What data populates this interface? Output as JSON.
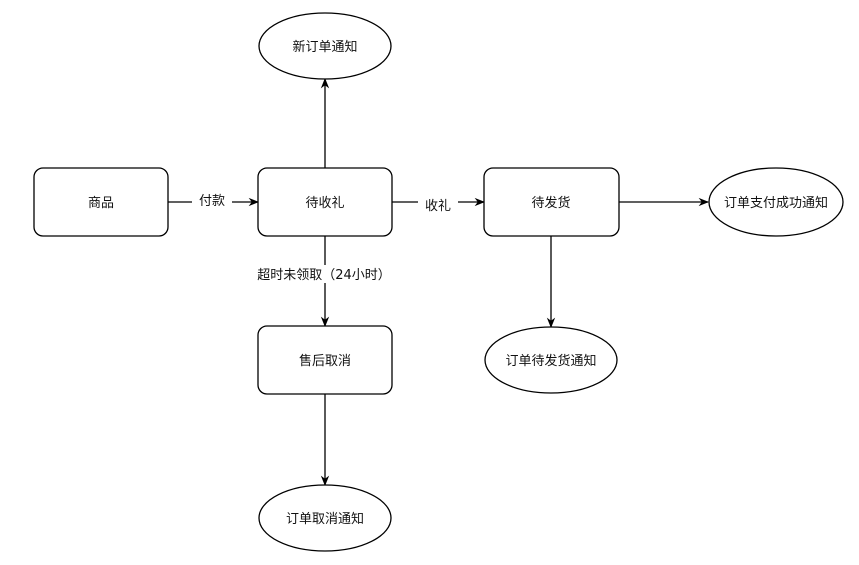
{
  "nodes": {
    "product": "商品",
    "pending_receive": "待收礼",
    "pending_ship": "待发货",
    "aftersale_cancel": "售后取消",
    "new_order_notice": "新订单通知",
    "pay_success_notice": "订单支付成功通知",
    "pending_ship_notice": "订单待发货通知",
    "order_cancel_notice": "订单取消通知"
  },
  "edges": {
    "pay": "付款",
    "receive": "收礼",
    "timeout": "超时未领取（24小时）"
  }
}
